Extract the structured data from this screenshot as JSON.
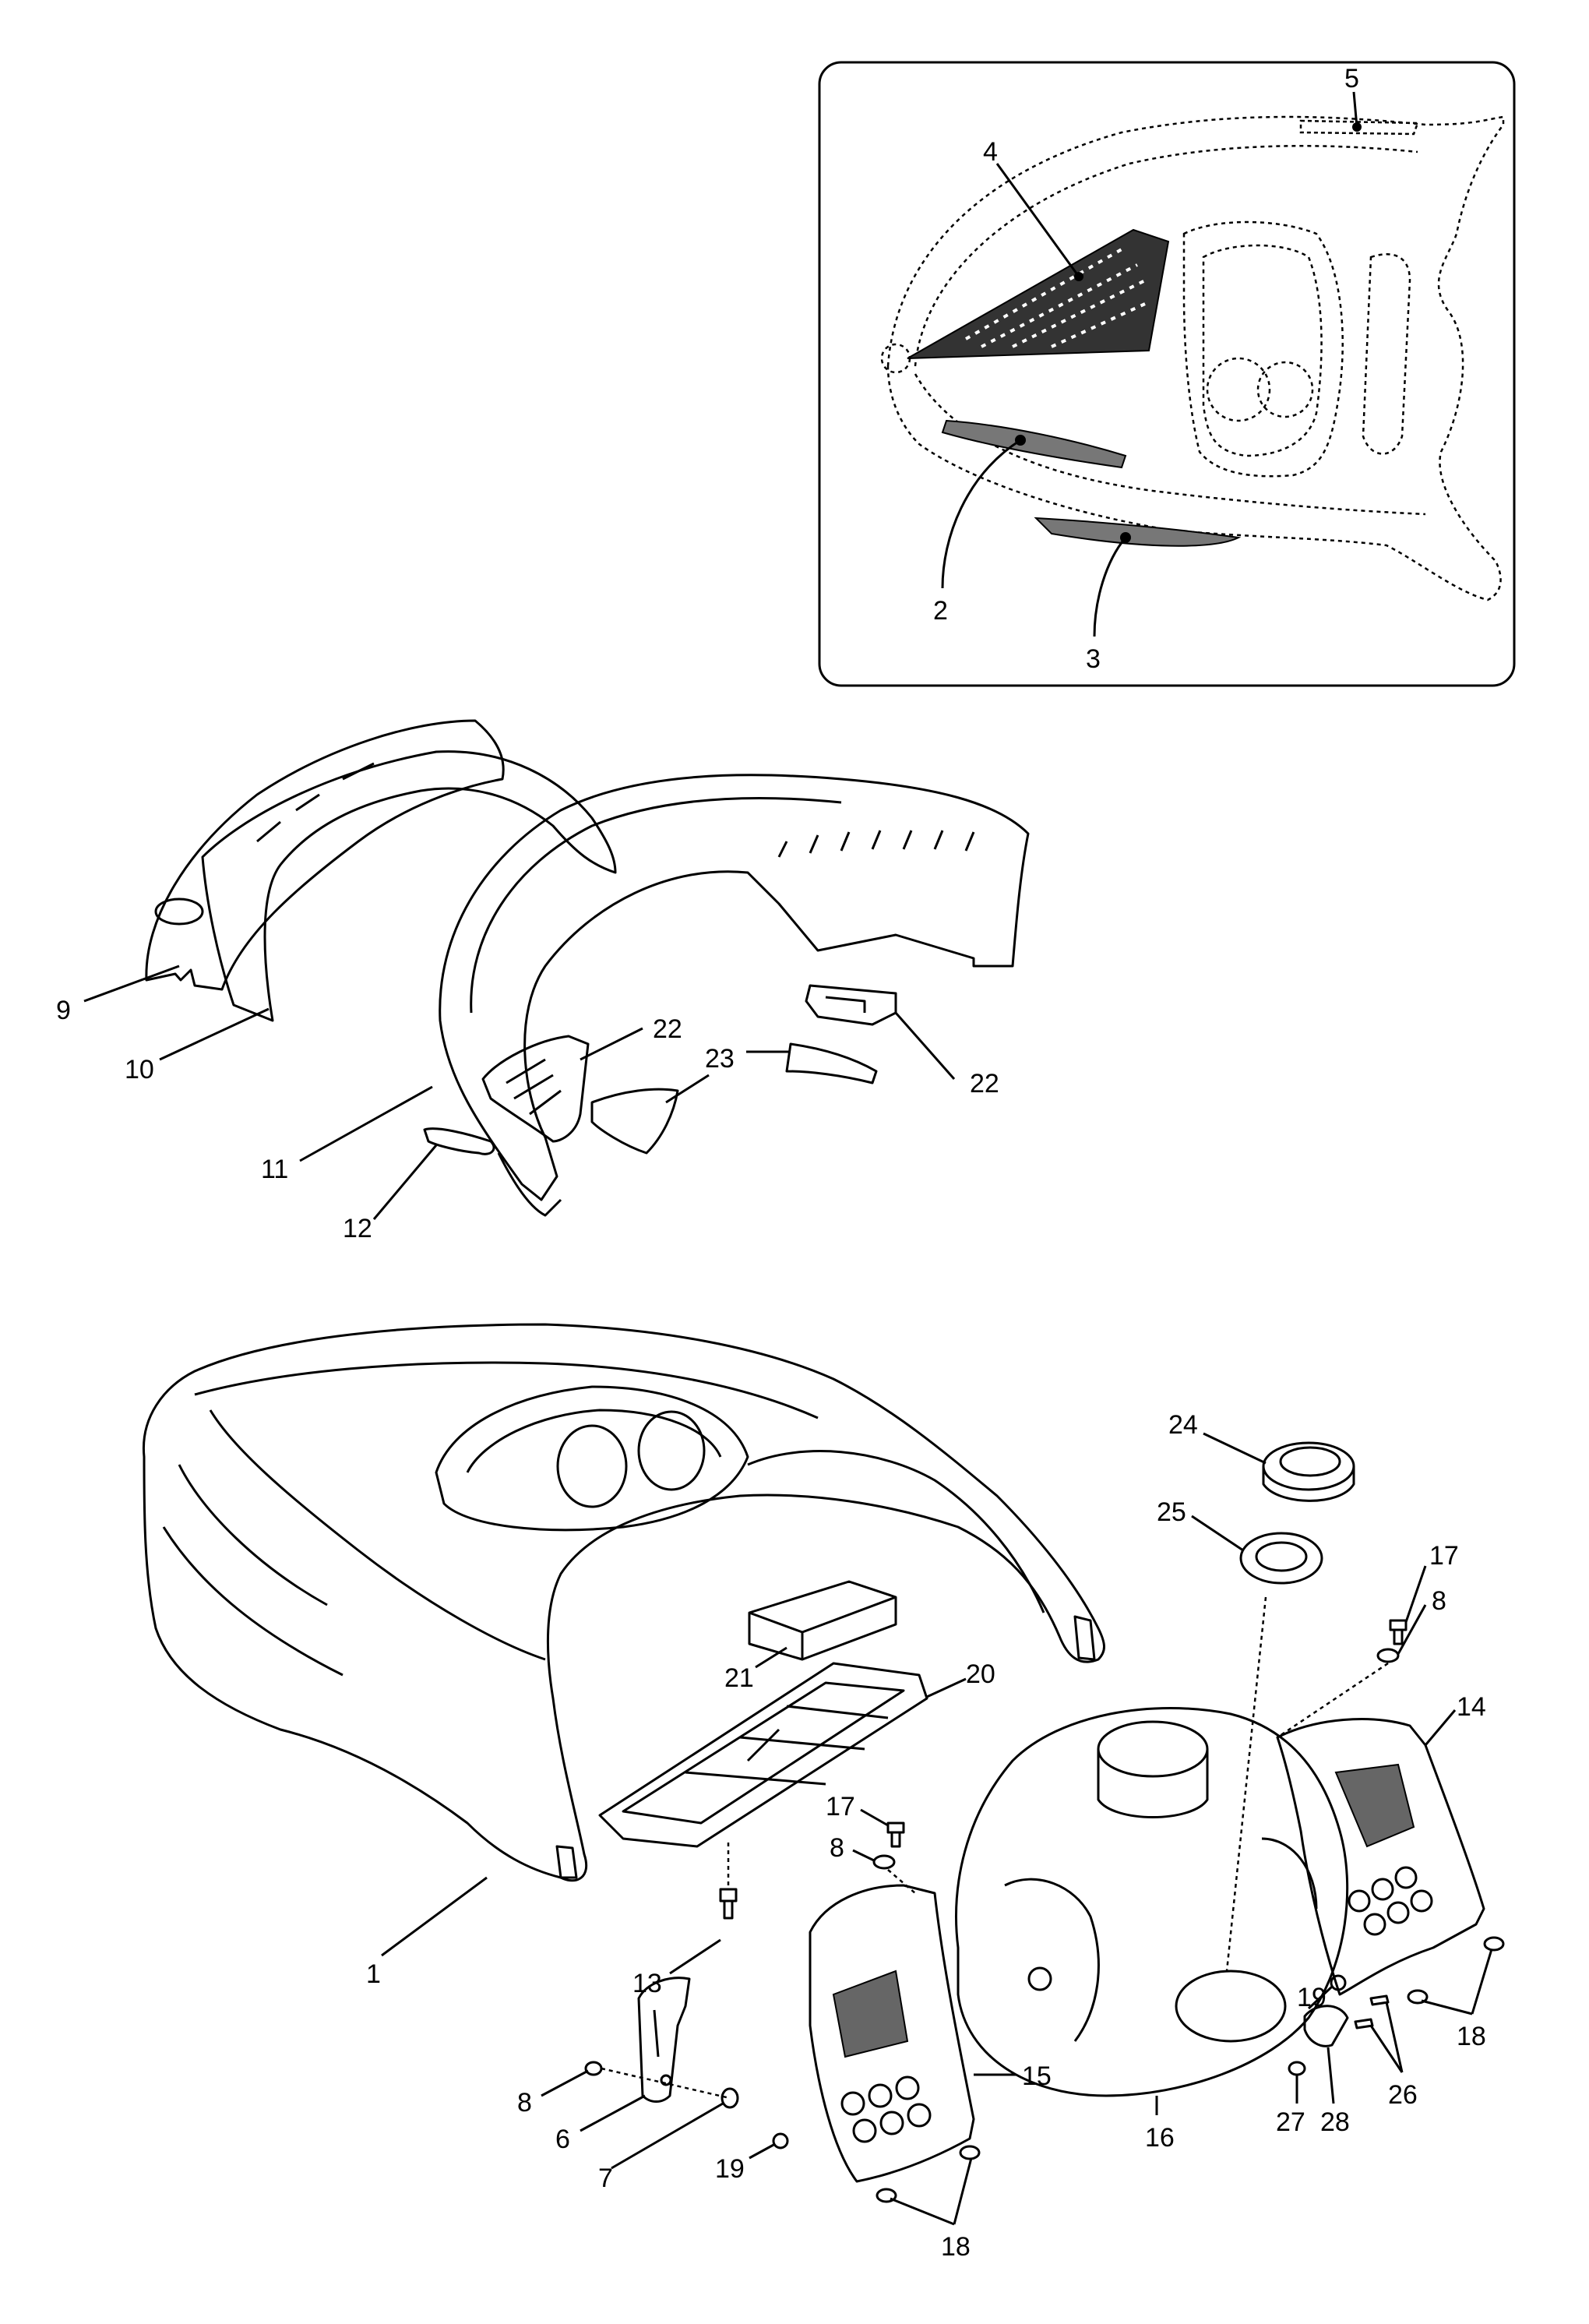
{
  "callouts": {
    "c1": "1",
    "c2": "2",
    "c3": "3",
    "c4": "4",
    "c5": "5",
    "c6": "6",
    "c7": "7",
    "c8a": "8",
    "c8b": "8",
    "c8c": "8",
    "c9": "9",
    "c10": "10",
    "c11": "11",
    "c12": "12",
    "c13": "13",
    "c14": "14",
    "c15": "15",
    "c16": "16",
    "c17a": "17",
    "c17b": "17",
    "c18a": "18",
    "c18b": "18",
    "c19a": "19",
    "c19b": "19",
    "c20": "20",
    "c21": "21",
    "c22a": "22",
    "c22b": "22",
    "c23": "23",
    "c24": "24",
    "c25": "25",
    "c26": "26",
    "c27": "27",
    "c28": "28"
  }
}
